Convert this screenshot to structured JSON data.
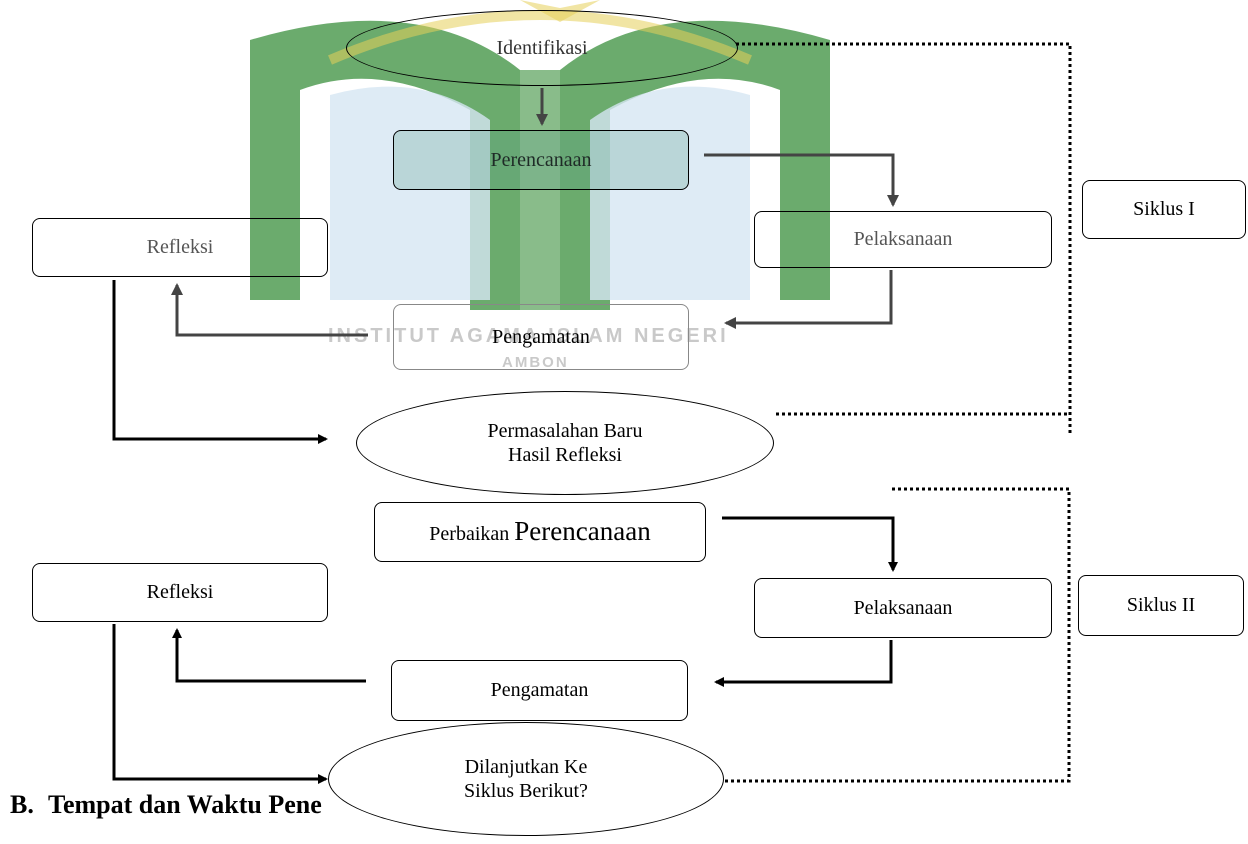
{
  "watermark": {
    "institution": "INSTITUT AGAMA ISLAM NEGERI",
    "city": "AMBON"
  },
  "diagram": {
    "identifikasi": "Identifikasi",
    "cycle1": {
      "perencanaan": "Perencanaan",
      "pelaksanaan": "Pelaksanaan",
      "pengamatan": "Pengamatan",
      "refleksi": "Refleksi",
      "label": "Siklus I"
    },
    "permasalahan": {
      "line1": "Permasalahan Baru",
      "line2": "Hasil Refleksi"
    },
    "cycle2": {
      "perbaikan_prefix": "Perbaikan",
      "perbaikan_main": "Perencanaan",
      "pelaksanaan": "Pelaksanaan",
      "pengamatan": "Pengamatan",
      "refleksi": "Refleksi",
      "label": "Siklus II"
    },
    "lanjut": {
      "line1": "Dilanjutkan Ke",
      "line2": "Siklus Berikut?"
    }
  },
  "section": {
    "number": "B.",
    "title": "Tempat dan Waktu Pene"
  },
  "colors": {
    "logo_green": "#3a8f3c",
    "logo_gold": "#e0c23a",
    "logo_blue": "#cfe0ee",
    "arrow_dark": "#000000",
    "arrow_gray": "#444444"
  }
}
